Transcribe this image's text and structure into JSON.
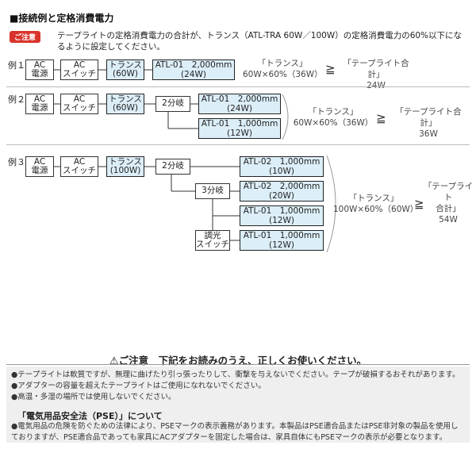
{
  "heading": "■接続例と定格消費電力",
  "caution": {
    "badge": "ご注意",
    "text": "テープライトの定格消費電力の合計が、トランス（ATL-TRA 60W／100W）の定格消費電力の60%以下になるように設定してください。"
  },
  "examples": [
    {
      "label": "例１",
      "ac_power": [
        "AC",
        "電源"
      ],
      "ac_switch": [
        "AC",
        "スイッチ"
      ],
      "trans": [
        "トランス",
        "(60W)"
      ],
      "atl": [
        [
          "ATL-01　2,000mm",
          "(24W)"
        ]
      ],
      "calc_left": [
        "「トランス」",
        "60W×60%（36W）"
      ],
      "calc_right": [
        "「テープライト合計」",
        "24W"
      ]
    },
    {
      "label": "例２",
      "ac_power": [
        "AC",
        "電源"
      ],
      "ac_switch": [
        "AC",
        "スイッチ"
      ],
      "trans": [
        "トランス",
        "(60W)"
      ],
      "split": "2分岐",
      "atl": [
        [
          "ATL-01　2,000mm",
          "(24W)"
        ],
        [
          "ATL-01　1,000mm",
          "(12W)"
        ]
      ],
      "calc_left": [
        "「トランス」",
        "60W×60%（36W）"
      ],
      "calc_right": [
        "「テープライト合計」",
        "36W"
      ]
    },
    {
      "label": "例３",
      "ac_power": [
        "AC",
        "電源"
      ],
      "ac_switch": [
        "AC",
        "スイッチ"
      ],
      "trans": [
        "トランス",
        "(100W)"
      ],
      "split2": "2分岐",
      "split3": "3分岐",
      "dimmer": [
        "調光",
        "スイッチ"
      ],
      "atl": [
        [
          "ATL-02　1,000mm",
          "(10W)"
        ],
        [
          "ATL-02　2,000mm",
          "(20W)"
        ],
        [
          "ATL-01　1,000mm",
          "(12W)"
        ],
        [
          "ATL-01　1,000mm",
          "(12W)"
        ]
      ],
      "calc_left": [
        "「トランス」",
        "100W×60%（60W）"
      ],
      "calc_right": [
        "「テープライト",
        "合計」",
        "54W"
      ]
    }
  ],
  "geq_symbol": "≧",
  "notice": {
    "title": "ご注意　下記をお読みのうえ、正しくお使いください。",
    "items": [
      "●テープライトは軟質ですが、無理に曲げたり引っ張ったりして、衝撃を与えないでください。テープが破損するおそれがあります。",
      "●アダプターの容量を超えたテープライトはご使用になれないでください。",
      "●高温・多湿の場所では使用しないでください。"
    ],
    "pse_title": "「電気用品安全法（PSE）」について",
    "pse_text": "●電気用品の危険を防ぐための法律により、PSEマークの表示義務があります。本製品はPSE適合品またはPSE非対象の製品を使用しておりますが、PSE適合品であっても家具にACアダプターを固定した場合は、家具自体にもPSEマークの表示が必要となります。"
  }
}
